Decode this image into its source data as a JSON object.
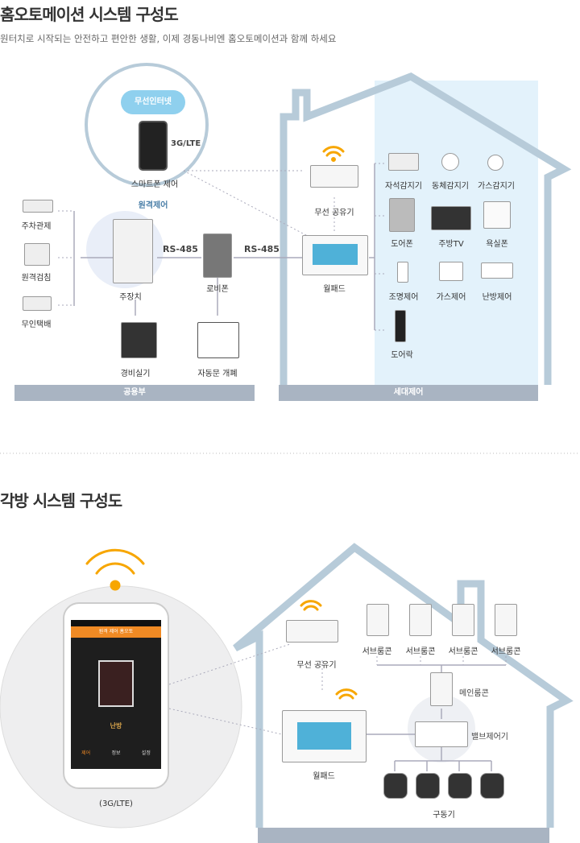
{
  "section1": {
    "title": "홈오토메이션 시스템 구성도",
    "subtitle": "원터치로 시작되는 안전하고 편안한 생활, 이제 경동나비엔 홈오토메이션과 함께 하세요",
    "cloud": "무선인터넷",
    "network": "3G/LTE",
    "smartphone": "스마트폰 제어",
    "remote": "원격제어",
    "left_items": [
      "주차관제",
      "원격검침",
      "무인택배"
    ],
    "main_unit": "주장치",
    "lobby": "로비폰",
    "rs1": "RS-485",
    "rs2": "RS-485",
    "security": "경비실기",
    "auto_door": "자동문 개폐",
    "router": "무선 공유기",
    "wallpad": "월패드",
    "devices": [
      "자석감지기",
      "동체감지기",
      "가스감지기",
      "도어폰",
      "주방TV",
      "욕실폰",
      "조명제어",
      "가스제어",
      "난방제어",
      "도어락"
    ],
    "bar_common": "공용부",
    "bar_home": "세대제어"
  },
  "section2": {
    "title": "각방 시스템 구성도",
    "phone_header": "원격 제어 홈오토",
    "phone_mode": "난방",
    "phone_tabs": [
      "제어",
      "정보",
      "설정"
    ],
    "network": "(3G/LTE)",
    "router": "무선 공유기",
    "wallpad": "월패드",
    "sub_rooms": [
      "서브룸콘",
      "서브룸콘",
      "서브룸콘",
      "서브룸콘"
    ],
    "main_room": "메인룸콘",
    "valve": "밸브제어기",
    "actuator": "구동기"
  },
  "colors": {
    "house": "#b7cbd9",
    "house_fill": "#e3f2fb",
    "wifi": "#f7a600",
    "bar": "#a9b4c2",
    "cloud": "#8fd0ee"
  }
}
